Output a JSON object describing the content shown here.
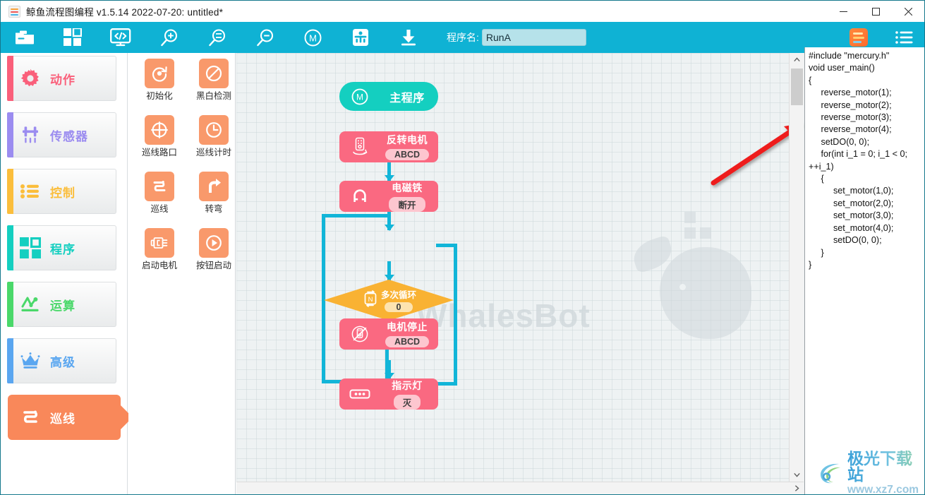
{
  "window": {
    "title": "鲸鱼流程图编程 v1.5.14 2022-07-20:  untitled*",
    "app_icon": "whale-app-icon",
    "minimize_label": "—",
    "maximize_label": "□",
    "close_label": "✕"
  },
  "toolbar": {
    "icons": [
      {
        "name": "open-file-icon",
        "title": "打开"
      },
      {
        "name": "blocks-icon",
        "title": "积木"
      },
      {
        "name": "code-view-icon",
        "title": "代码"
      },
      {
        "name": "zoom-in-icon",
        "title": "放大"
      },
      {
        "name": "zoom-fit-icon",
        "title": "适应"
      },
      {
        "name": "zoom-out-icon",
        "title": "缩小"
      },
      {
        "name": "main-program-icon",
        "title": "主程序"
      },
      {
        "name": "robot-icon",
        "title": "机器人"
      },
      {
        "name": "download-icon",
        "title": "下载"
      }
    ],
    "program_name_label": "程序名:",
    "program_name_value": "RunA",
    "program_name_placeholder": "RunA",
    "brand_logo": "whalesbot-logo",
    "menu_icon": "list-menu-icon",
    "background": "#0fb2d4"
  },
  "sidebar": {
    "items": [
      {
        "label": "动作",
        "icon": "gear-icon",
        "color": "#fa5f7a",
        "accent": "#fa5f7a",
        "active": false
      },
      {
        "label": "传感器",
        "icon": "sensor-icon",
        "color": "#9b8cf0",
        "accent": "#9b8cf0",
        "active": false
      },
      {
        "label": "控制",
        "icon": "list-icon",
        "color": "#fbbe3c",
        "accent": "#fbbe3c",
        "active": false
      },
      {
        "label": "程序",
        "icon": "grid-icon",
        "color": "#14cfc0",
        "accent": "#14cfc0",
        "active": false
      },
      {
        "label": "运算",
        "icon": "operator-icon",
        "color": "#4ad86a",
        "accent": "#4ad86a",
        "active": false
      },
      {
        "label": "高级",
        "icon": "crown-icon",
        "color": "#5aa6f0",
        "accent": "#5aa6f0",
        "active": false
      },
      {
        "label": "巡线",
        "icon": "linefollow-icon",
        "color": "#ffffff",
        "accent": "#f9885a",
        "active": true
      }
    ]
  },
  "palette": {
    "blocks": [
      {
        "label": "初始化",
        "icon": "init-icon"
      },
      {
        "label": "黑白检测",
        "icon": "bw-detect-icon"
      },
      {
        "label": "巡线路口",
        "icon": "crossroad-icon"
      },
      {
        "label": "巡线计时",
        "icon": "clock-icon"
      },
      {
        "label": "巡线",
        "icon": "linefollow-icon"
      },
      {
        "label": "转弯",
        "icon": "turn-icon"
      },
      {
        "label": "启动电机",
        "icon": "motor-icon"
      },
      {
        "label": "按钮启动",
        "icon": "play-icon"
      }
    ],
    "block_color": "#f9996b"
  },
  "canvas": {
    "watermark_text": "WhalesBot",
    "nodes": [
      {
        "id": "start",
        "type": "start",
        "title": "主程序",
        "pill": null,
        "icon": "main-program-icon",
        "color": "#14cfc0"
      },
      {
        "id": "n1",
        "type": "action",
        "title": "反转电机",
        "pill": "ABCD",
        "icon": "reverse-motor-icon",
        "color": "#fa6981"
      },
      {
        "id": "n2",
        "type": "action",
        "title": "电磁铁",
        "pill": "断开",
        "icon": "magnet-icon",
        "color": "#fa6981"
      },
      {
        "id": "n3",
        "type": "decision",
        "title": "多次循环",
        "pill": "0",
        "icon": "loop-n-icon",
        "color": "#f9b233"
      },
      {
        "id": "n4",
        "type": "action",
        "title": "电机停止",
        "pill": "ABCD",
        "icon": "motor-stop-icon",
        "color": "#fa6981"
      },
      {
        "id": "n5",
        "type": "action",
        "title": "指示灯",
        "pill": "灭",
        "icon": "led-icon",
        "color": "#fa6981"
      }
    ],
    "connector_color": "#12b5d8",
    "annotation": {
      "name": "red-pointer-arrow",
      "color": "#ee1c1c"
    }
  },
  "code_panel": {
    "code": "#include \"mercury.h\"\nvoid user_main()\n{\n     reverse_motor(1);\n     reverse_motor(2);\n     reverse_motor(3);\n     reverse_motor(4);\n     setDO(0, 0);\n     for(int i_1 = 0; i_1 < 0; ++i_1)\n     {\n          set_motor(1,0);\n          set_motor(2,0);\n          set_motor(3,0);\n          set_motor(4,0);\n          setDO(0, 0);\n     }\n}"
  },
  "download_badge": {
    "site_name": "极光下载站",
    "site_url": "www.xz7.com"
  },
  "scrollbars": {
    "vertical_up": "⌃",
    "vertical_down": "⌄",
    "horizontal_right": "›"
  }
}
